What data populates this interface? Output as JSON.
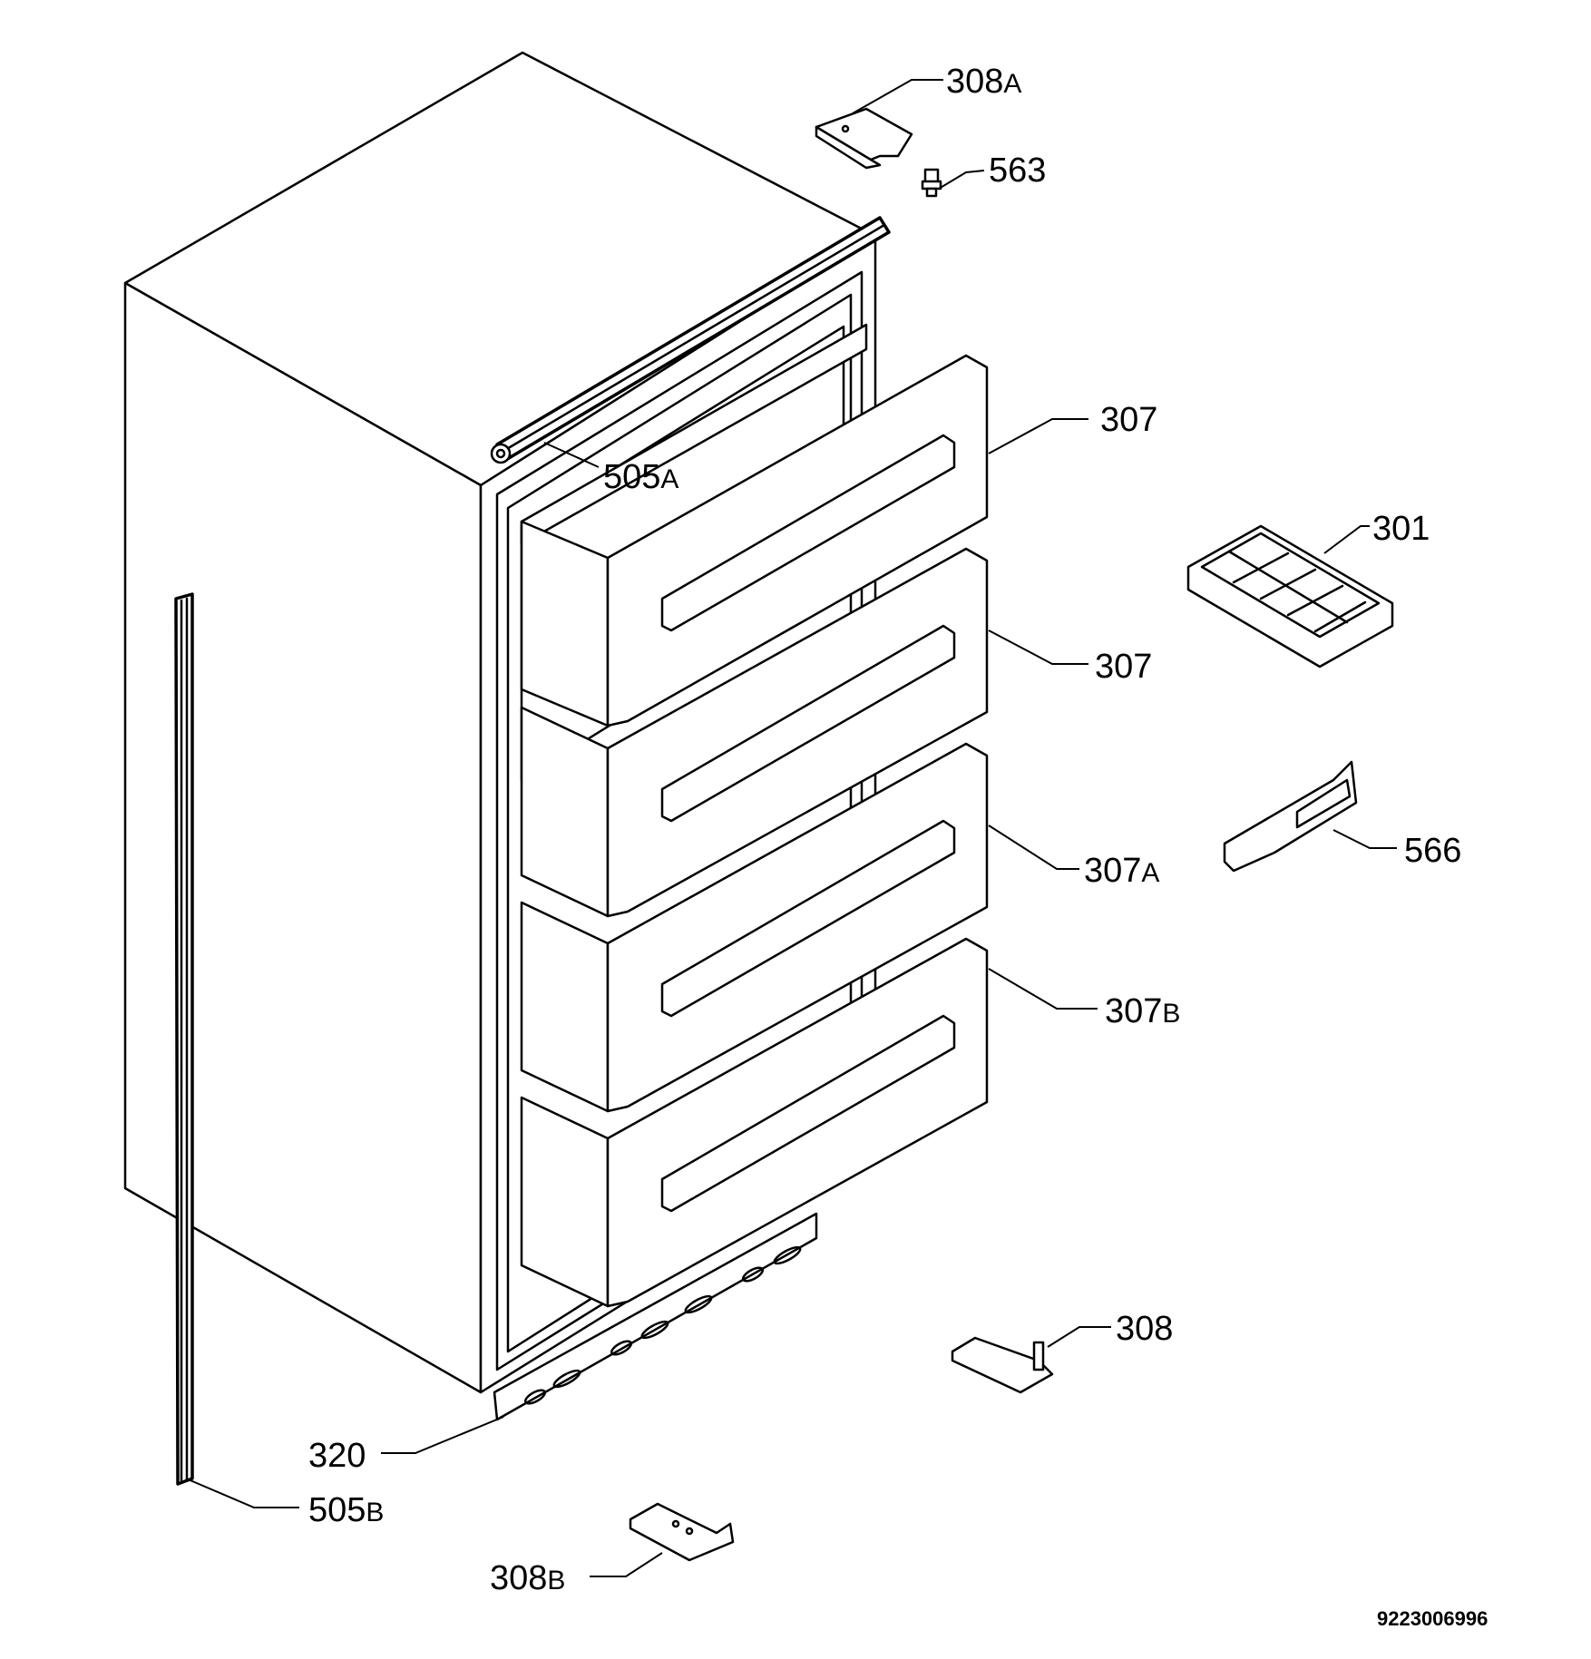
{
  "parts": [
    {
      "id": "308a",
      "number": "308",
      "suffix": "A"
    },
    {
      "id": "563",
      "number": "563",
      "suffix": ""
    },
    {
      "id": "307-top",
      "number": "307",
      "suffix": ""
    },
    {
      "id": "505a",
      "number": "505",
      "suffix": "A"
    },
    {
      "id": "301",
      "number": "301",
      "suffix": ""
    },
    {
      "id": "307-second",
      "number": "307",
      "suffix": ""
    },
    {
      "id": "566",
      "number": "566",
      "suffix": ""
    },
    {
      "id": "307a",
      "number": "307",
      "suffix": "A"
    },
    {
      "id": "307b",
      "number": "307",
      "suffix": "B"
    },
    {
      "id": "308",
      "number": "308",
      "suffix": ""
    },
    {
      "id": "320",
      "number": "320",
      "suffix": ""
    },
    {
      "id": "505b",
      "number": "505",
      "suffix": "B"
    },
    {
      "id": "308b",
      "number": "308",
      "suffix": "B"
    }
  ],
  "document_number": "9223006996"
}
